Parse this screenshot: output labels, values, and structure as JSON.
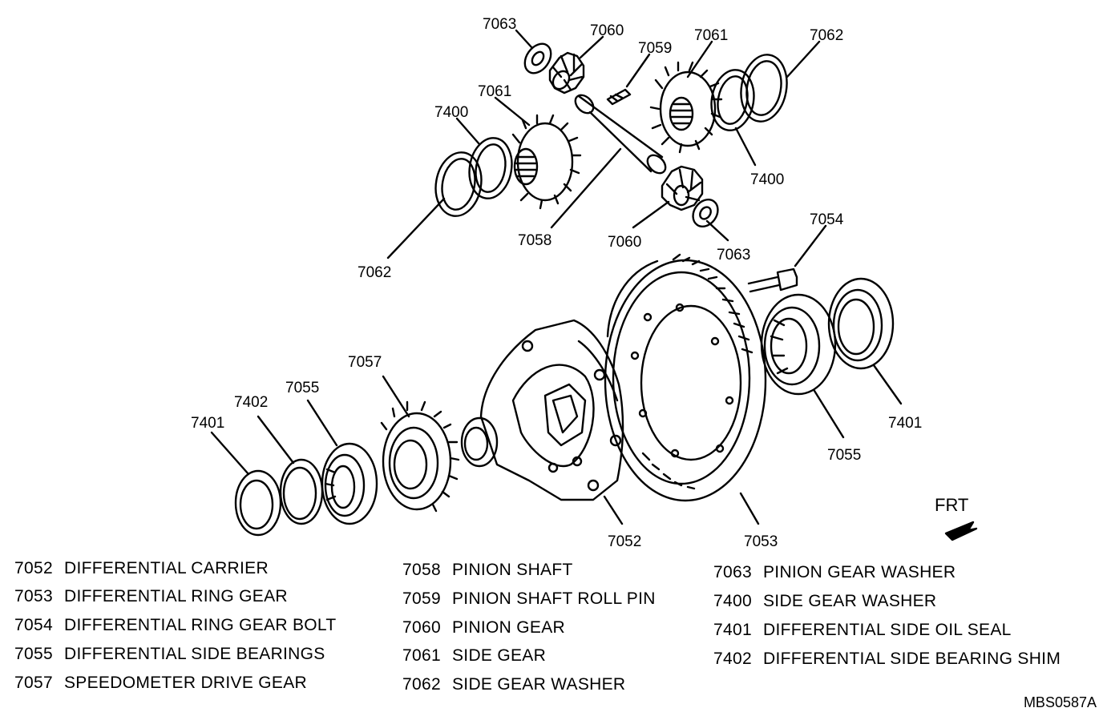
{
  "callouts": {
    "c7063_top": "7063",
    "c7060_top": "7060",
    "c7059": "7059",
    "c7061_right": "7061",
    "c7062_right": "7062",
    "c7061_left": "7061",
    "c7400_left": "7400",
    "c7400_right": "7400",
    "c7058": "7058",
    "c7060_bottom": "7060",
    "c7063_bottom": "7063",
    "c7062_left": "7062",
    "c7054": "7054",
    "c7057": "7057",
    "c7402": "7402",
    "c7055_left": "7055",
    "c7401_left": "7401",
    "c7401_right": "7401",
    "c7055_right": "7055",
    "c7052": "7052",
    "c7053": "7053"
  },
  "frt_label": "FRT",
  "legend": {
    "col1": [
      {
        "num": "7052",
        "name": "DIFFERENTIAL CARRIER"
      },
      {
        "num": "7053",
        "name": "DIFFERENTIAL RING GEAR"
      },
      {
        "num": "7054",
        "name": "DIFFERENTIAL RING GEAR BOLT"
      },
      {
        "num": "7055",
        "name": "DIFFERENTIAL SIDE BEARINGS"
      },
      {
        "num": "7057",
        "name": "SPEEDOMETER DRIVE GEAR"
      }
    ],
    "col2": [
      {
        "num": "7058",
        "name": "PINION SHAFT"
      },
      {
        "num": "7059",
        "name": "PINION SHAFT ROLL PIN"
      },
      {
        "num": "7060",
        "name": "PINION GEAR"
      },
      {
        "num": "7061",
        "name": "SIDE GEAR"
      },
      {
        "num": "7062",
        "name": "SIDE GEAR WASHER"
      }
    ],
    "col3": [
      {
        "num": "7063",
        "name": "PINION GEAR WASHER"
      },
      {
        "num": "7400",
        "name": "SIDE GEAR WASHER"
      },
      {
        "num": "7401",
        "name": "DIFFERENTIAL SIDE OIL SEAL"
      },
      {
        "num": "7402",
        "name": "DIFFERENTIAL SIDE BEARING SHIM"
      }
    ]
  },
  "figure_code": "MBS0587A"
}
